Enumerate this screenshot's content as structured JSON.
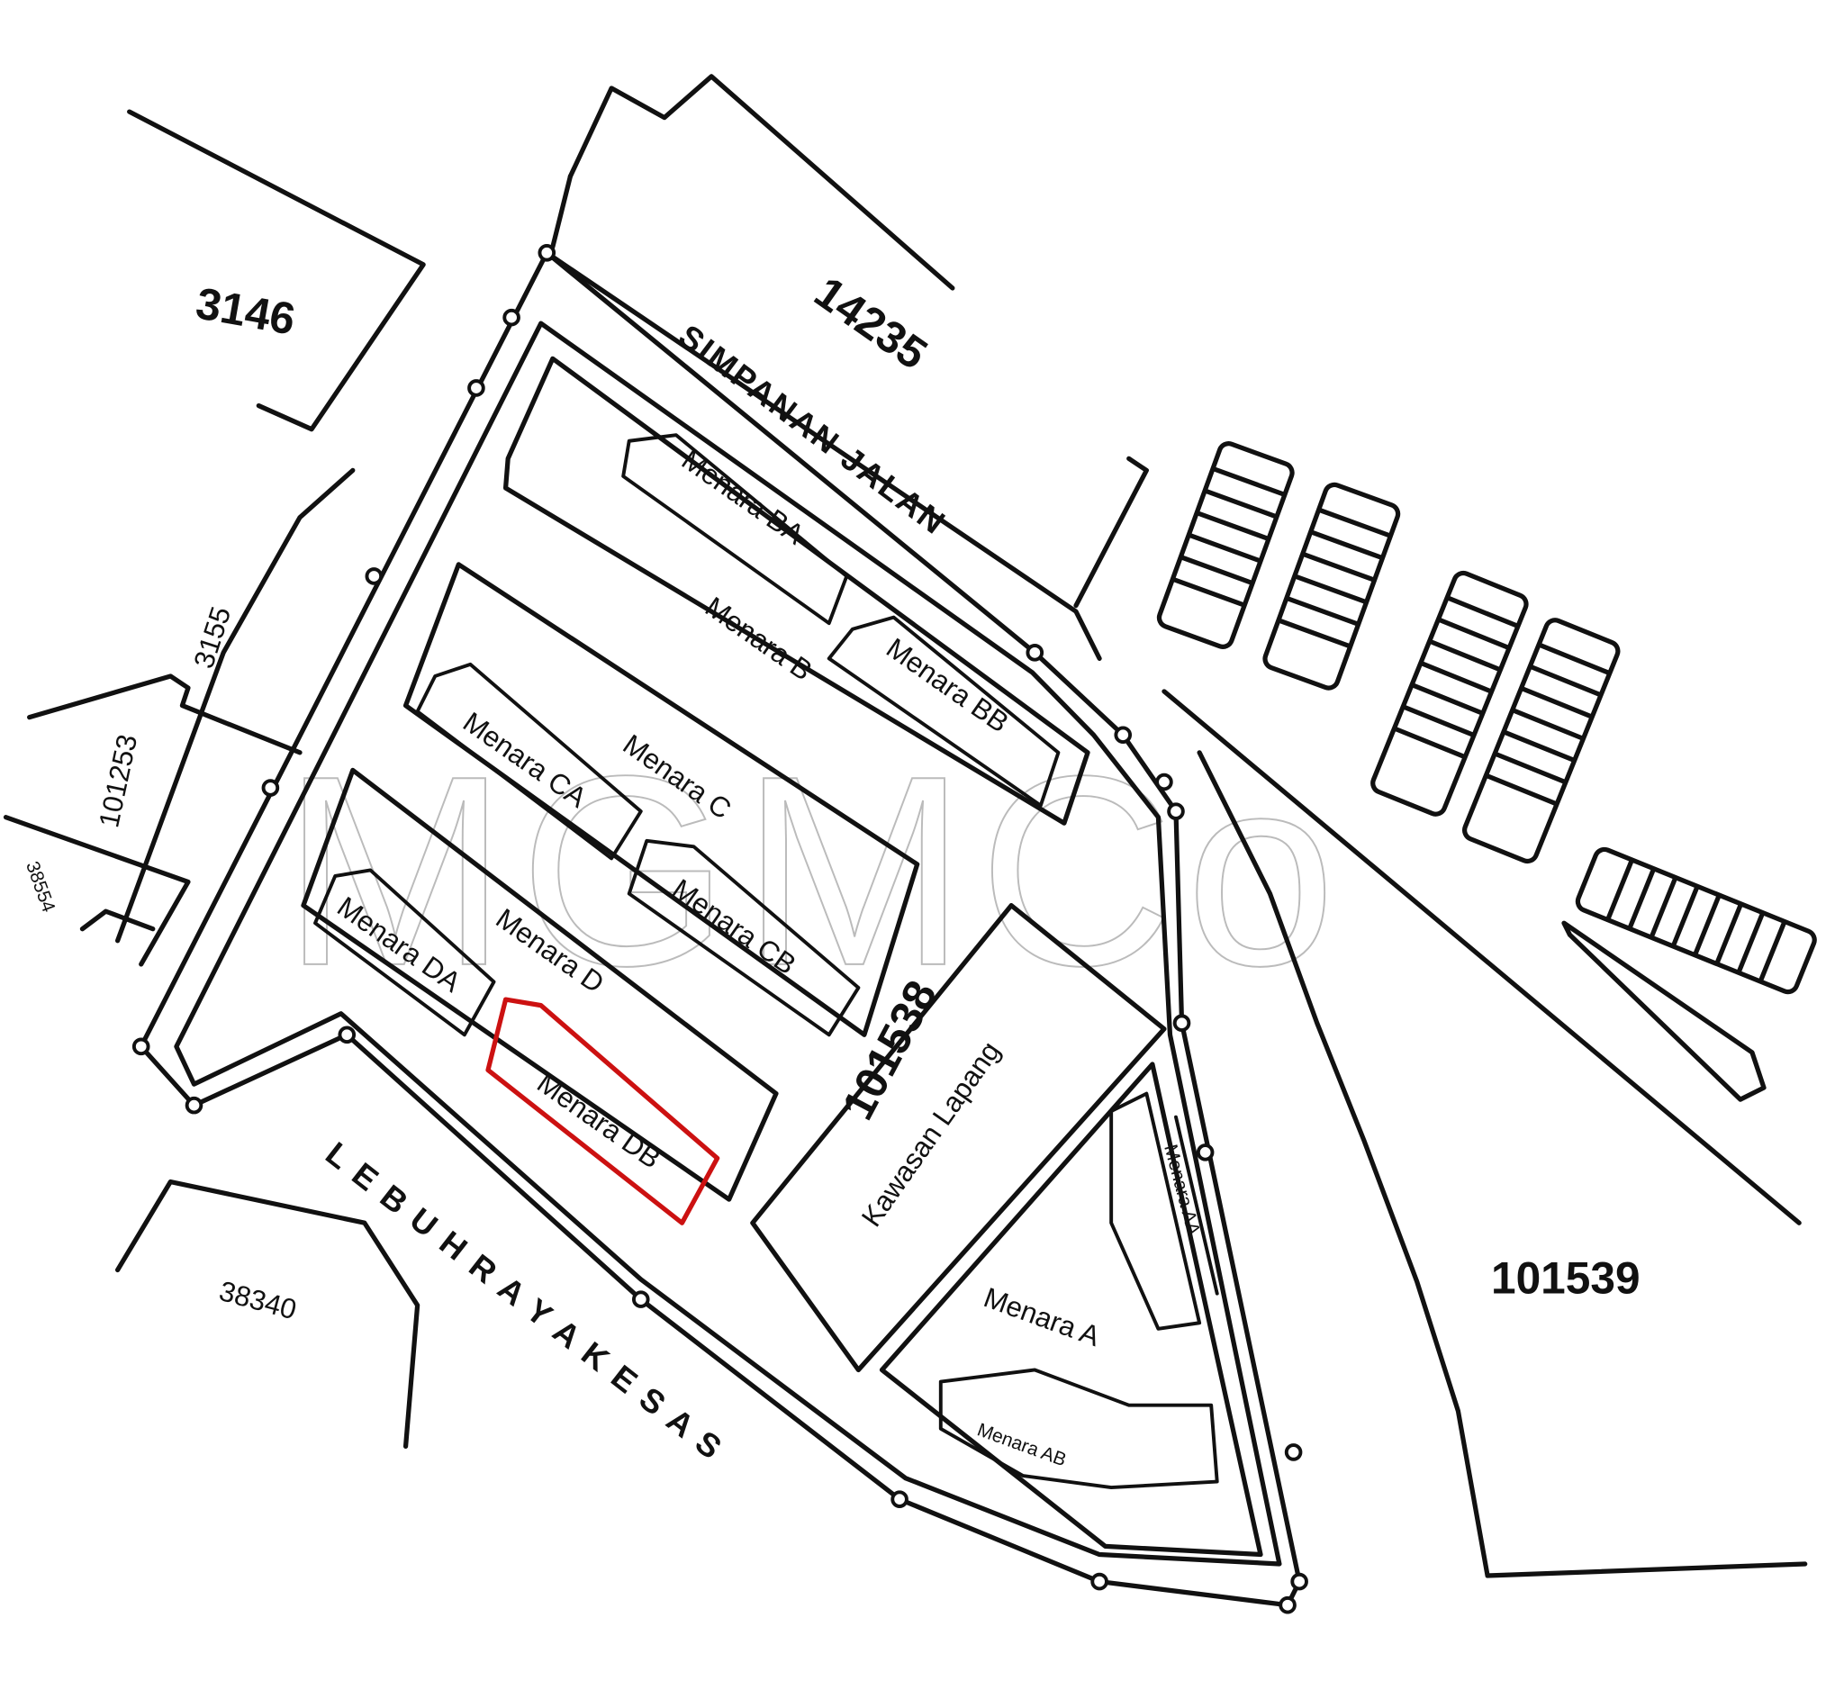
{
  "colors": {
    "line": "#111111",
    "highlight": "#cc1111",
    "watermark": "#bbbbbb",
    "background": "#ffffff"
  },
  "watermark": "MGMCo",
  "lots": {
    "lot_3146": "3146",
    "lot_14235": "14235",
    "lot_3155": "3155",
    "lot_101253": "101253",
    "lot_38554": "38554",
    "lot_38340": "38340",
    "lot_101538": "101538",
    "lot_101539": "101539"
  },
  "roads": {
    "simpanan_jalan": "SIMPANAN JALAN",
    "lebuhraya_kesas": "L E B U H R A Y A   K E S A S"
  },
  "areas": {
    "kawasan_lapang": "Kawasan Lapang"
  },
  "towers": {
    "a": "Menara A",
    "aa": "Menara AA",
    "ab": "Menara AB",
    "b": "Menara B",
    "ba": "Menara BA",
    "bb": "Menara BB",
    "c": "Menara C",
    "ca": "Menara CA",
    "cb": "Menara CB",
    "d": "Menara D",
    "da": "Menara DA",
    "db": "Menara DB"
  },
  "highlighted_tower": "Menara DB"
}
